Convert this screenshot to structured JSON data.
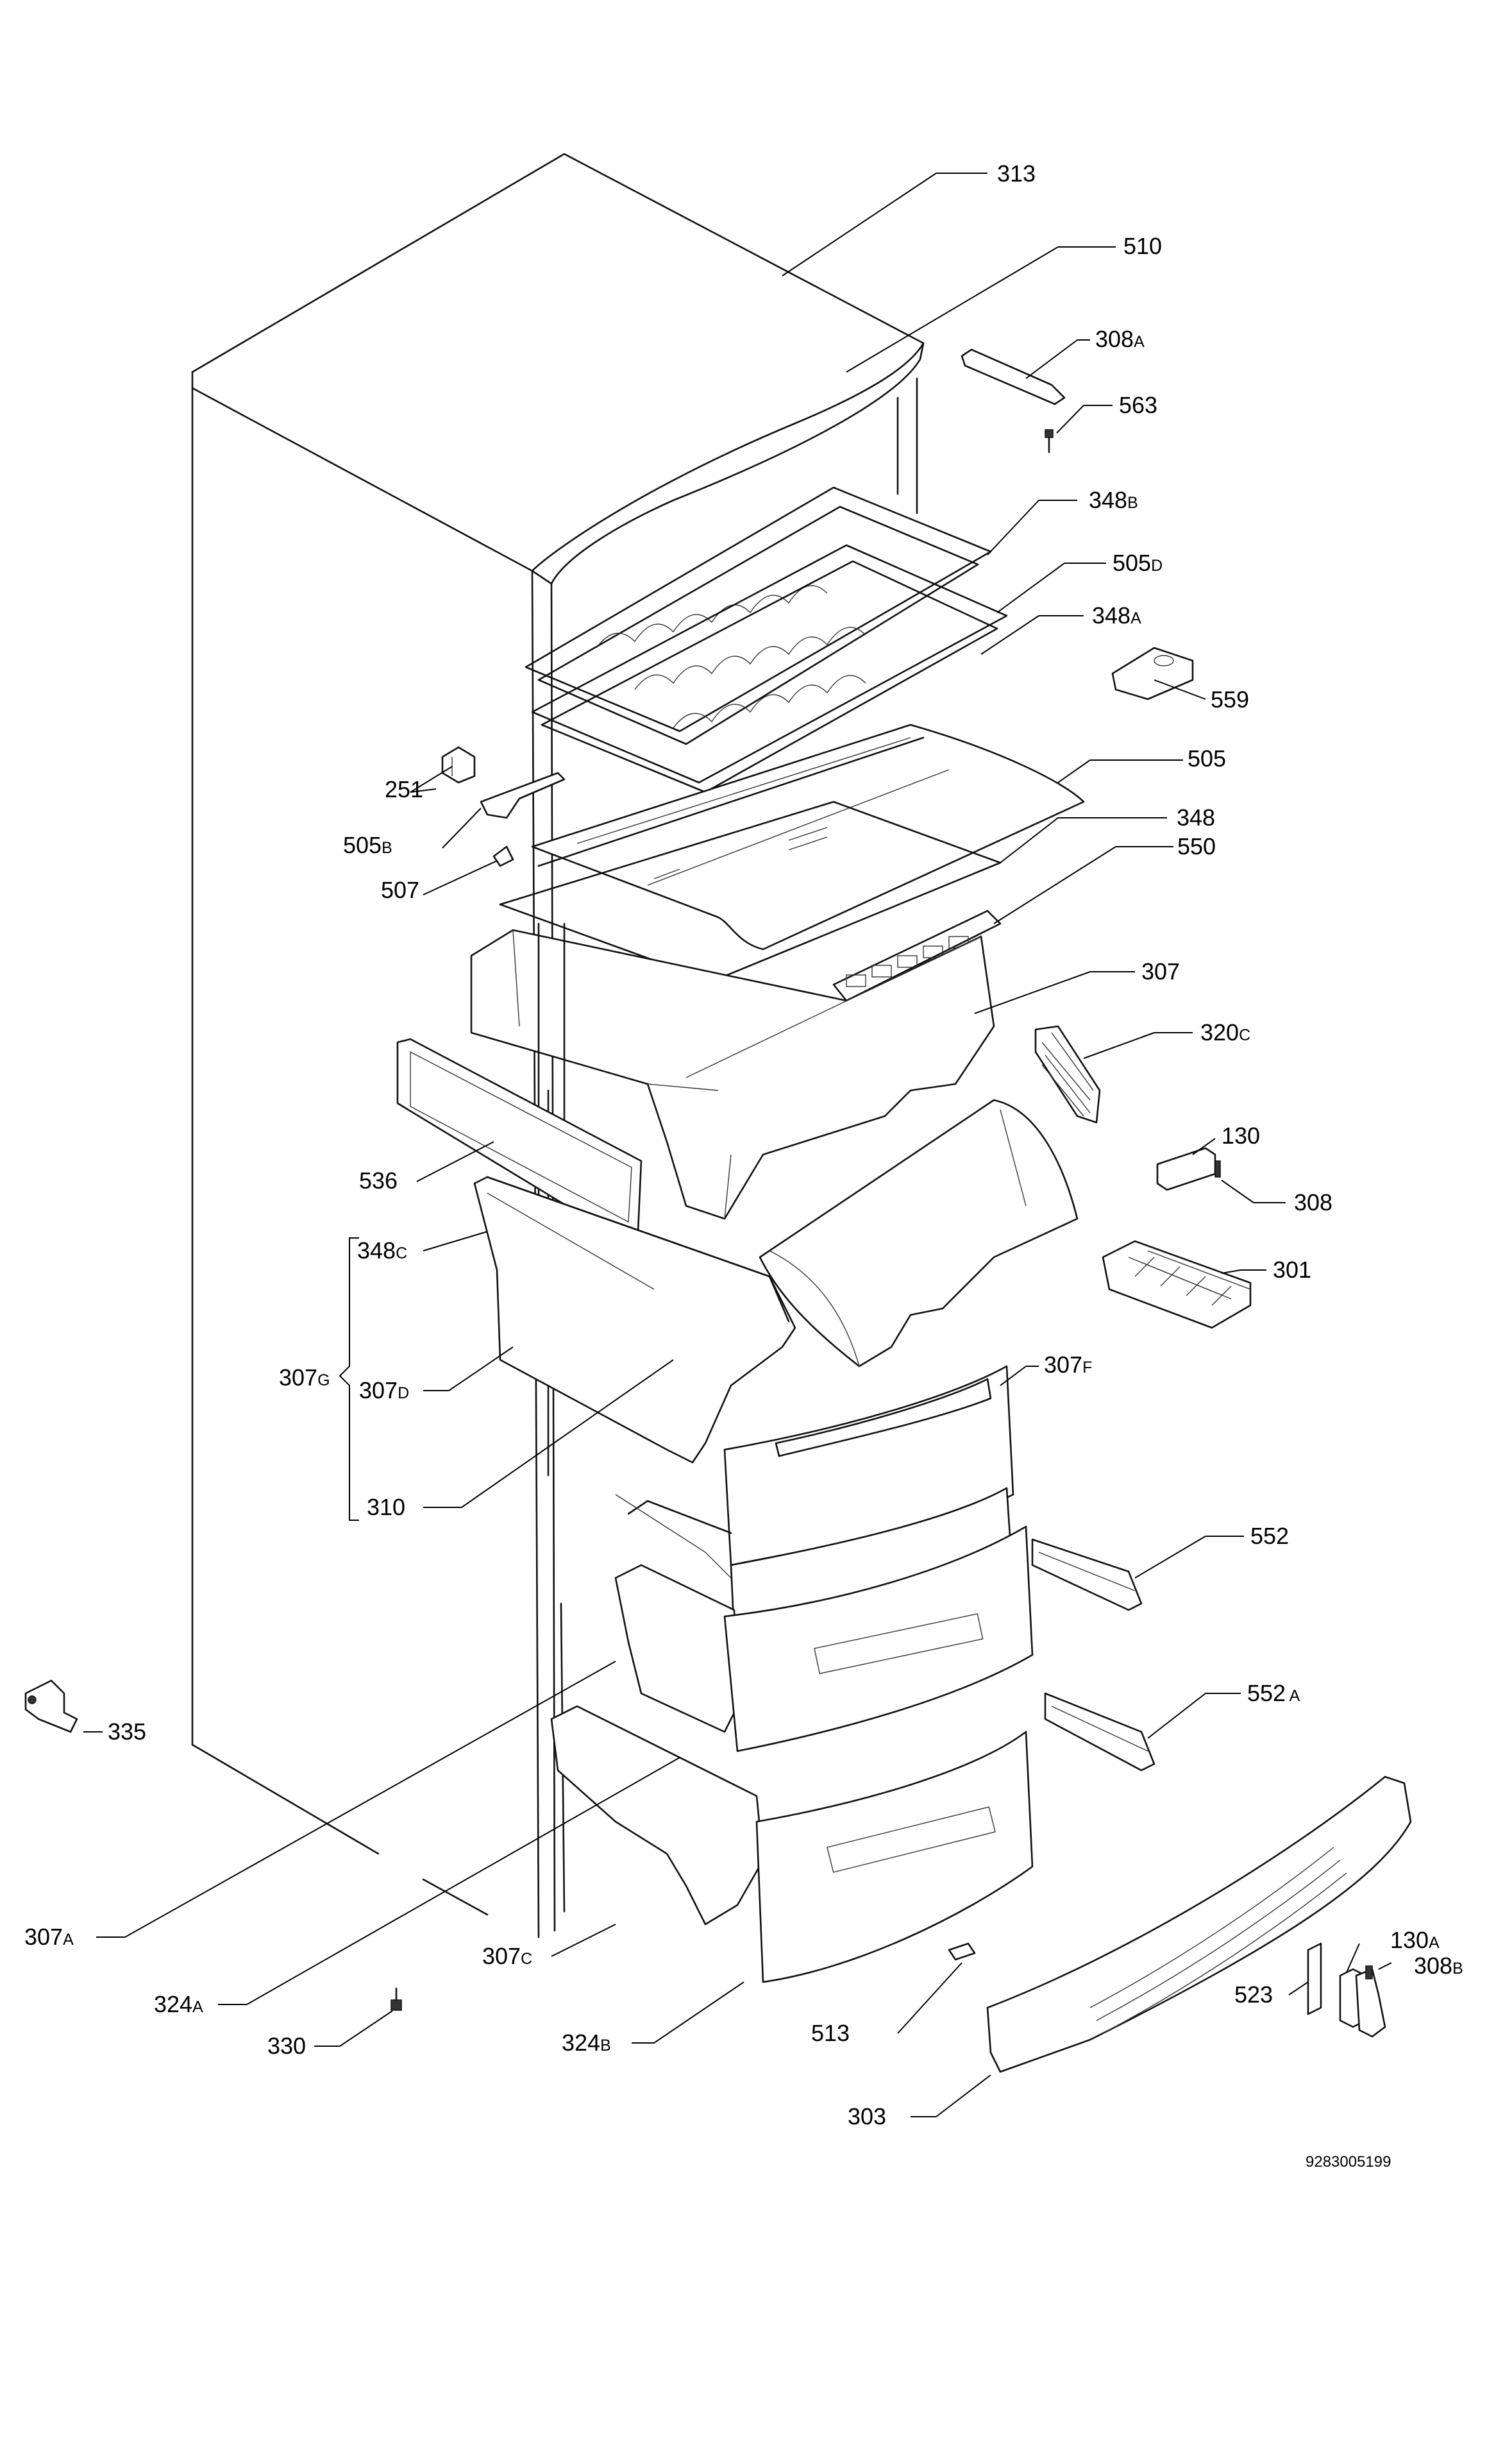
{
  "diagram": {
    "callouts": [
      {
        "id": "313",
        "base": "313",
        "suffix": ""
      },
      {
        "id": "510",
        "base": "510",
        "suffix": ""
      },
      {
        "id": "308A",
        "base": "308",
        "suffix": "A"
      },
      {
        "id": "563",
        "base": "563",
        "suffix": ""
      },
      {
        "id": "348B",
        "base": "348",
        "suffix": "B"
      },
      {
        "id": "505D",
        "base": "505",
        "suffix": "D"
      },
      {
        "id": "348A",
        "base": "348",
        "suffix": "A"
      },
      {
        "id": "559",
        "base": "559",
        "suffix": ""
      },
      {
        "id": "505",
        "base": "505",
        "suffix": ""
      },
      {
        "id": "251",
        "base": "251",
        "suffix": ""
      },
      {
        "id": "505B",
        "base": "505",
        "suffix": "B"
      },
      {
        "id": "348",
        "base": "348",
        "suffix": ""
      },
      {
        "id": "507",
        "base": "507",
        "suffix": ""
      },
      {
        "id": "550",
        "base": "550",
        "suffix": ""
      },
      {
        "id": "307",
        "base": "307",
        "suffix": ""
      },
      {
        "id": "320C",
        "base": "320",
        "suffix": "C"
      },
      {
        "id": "130",
        "base": "130",
        "suffix": ""
      },
      {
        "id": "536",
        "base": "536",
        "suffix": ""
      },
      {
        "id": "308",
        "base": "308",
        "suffix": ""
      },
      {
        "id": "348C",
        "base": "348",
        "suffix": "C"
      },
      {
        "id": "301",
        "base": "301",
        "suffix": ""
      },
      {
        "id": "307F",
        "base": "307",
        "suffix": "F"
      },
      {
        "id": "307G",
        "base": "307",
        "suffix": "G"
      },
      {
        "id": "307D",
        "base": "307",
        "suffix": "D"
      },
      {
        "id": "310",
        "base": "310",
        "suffix": ""
      },
      {
        "id": "552",
        "base": "552",
        "suffix": ""
      },
      {
        "id": "552A",
        "base": "552",
        "suffix": " A"
      },
      {
        "id": "335",
        "base": "335",
        "suffix": ""
      },
      {
        "id": "307A",
        "base": "307",
        "suffix": "A"
      },
      {
        "id": "130A",
        "base": "130",
        "suffix": "A"
      },
      {
        "id": "308B",
        "base": "308",
        "suffix": "B"
      },
      {
        "id": "307C",
        "base": "307",
        "suffix": "C"
      },
      {
        "id": "523",
        "base": "523",
        "suffix": ""
      },
      {
        "id": "324A",
        "base": "324",
        "suffix": "A"
      },
      {
        "id": "513",
        "base": "513",
        "suffix": ""
      },
      {
        "id": "330",
        "base": "330",
        "suffix": ""
      },
      {
        "id": "324B",
        "base": "324",
        "suffix": "B"
      },
      {
        "id": "303",
        "base": "303",
        "suffix": ""
      }
    ],
    "drawing_number": "9283005199"
  }
}
